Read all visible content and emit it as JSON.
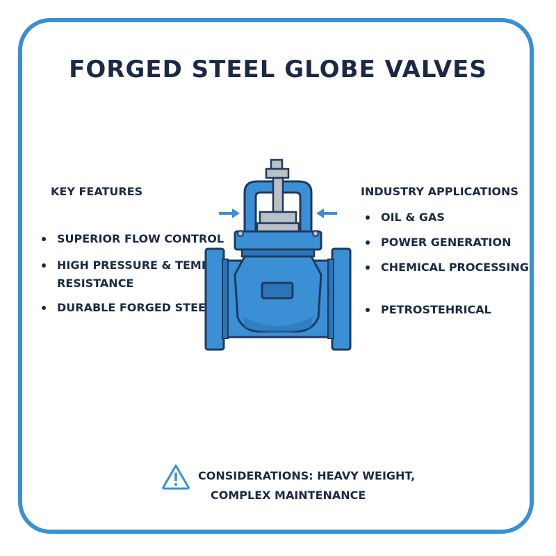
{
  "title": "FORGED STEEL GLOBE VALVES",
  "key_features": {
    "heading": "KEY FEATURES",
    "items": [
      "SUPERIOR FLOW CONTROL",
      "HIGH PRESSURE & TEMP.",
      "RESISTANCE",
      "DURABLE FORGED STEEL"
    ]
  },
  "industry_applications": {
    "heading": "INDUSTRY APPLICATIONS",
    "items": [
      "OIL & GAS",
      "POWER GENERATION",
      "CHEMICAL PROCESSING",
      "PETROSTEHRICAL"
    ]
  },
  "considerations": {
    "line1": "CONSIDERATIONS: HEAVY WEIGHT,",
    "line2": "COMPLEX MAINTENANCE",
    "icon": "warning-triangle-icon"
  },
  "illustration": {
    "name": "globe-valve-illustration",
    "arrows": "inward-arrow-icons"
  },
  "colors": {
    "border": "#3b8fd4",
    "valve_blue": "#3b8fd4",
    "valve_dark": "#1f5f9c",
    "text": "#1a2a45",
    "steel": "#b9c0c7"
  }
}
